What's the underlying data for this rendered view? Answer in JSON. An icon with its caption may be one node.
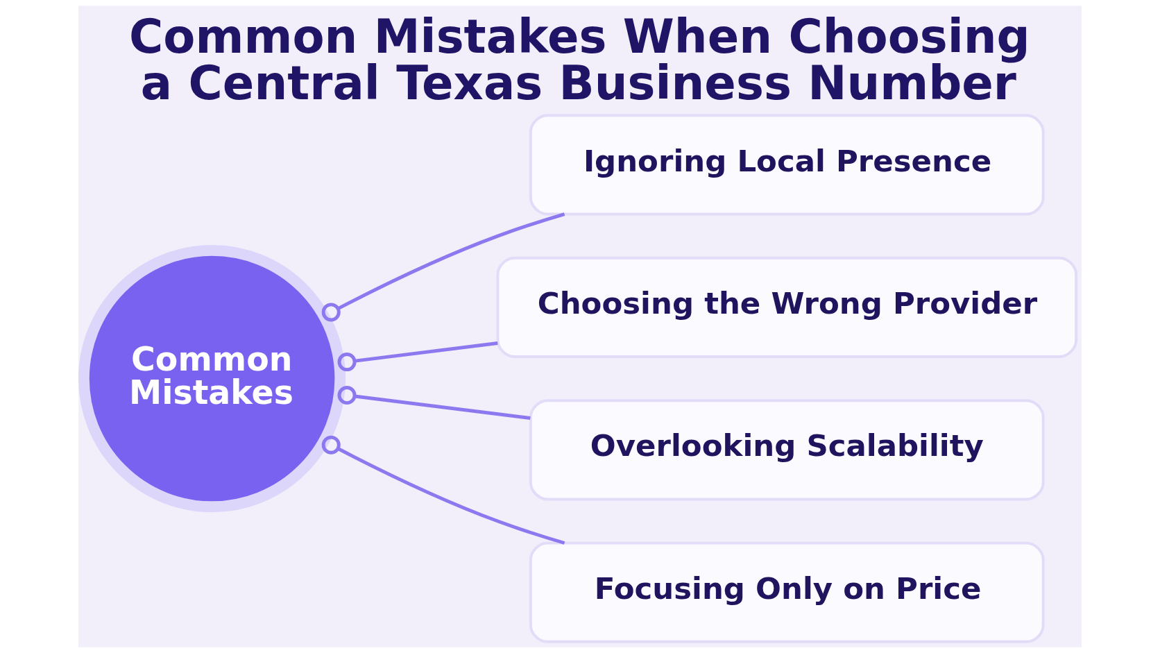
{
  "diagram": {
    "title": "Common Mistakes When Choosing a Central Texas Business Number",
    "nodes": [
      {
        "text": [
          "Common Mistakes"
        ]
      },
      {
        "text": [
          "Ignoring Local Presence"
        ]
      },
      {
        "text": [
          "Choosing the Wrong Provider"
        ]
      },
      {
        "text": [
          "Overlooking Scalability"
        ]
      },
      {
        "text": [
          "Focusing Only on Price"
        ]
      }
    ],
    "edges": [
      {
        "from": 0,
        "to": 1,
        "arrow": "other"
      },
      {
        "from": 0,
        "to": 2,
        "arrow": "other"
      },
      {
        "from": 0,
        "to": 3,
        "arrow": "other"
      },
      {
        "from": 0,
        "to": 4,
        "arrow": "other"
      }
    ]
  }
}
